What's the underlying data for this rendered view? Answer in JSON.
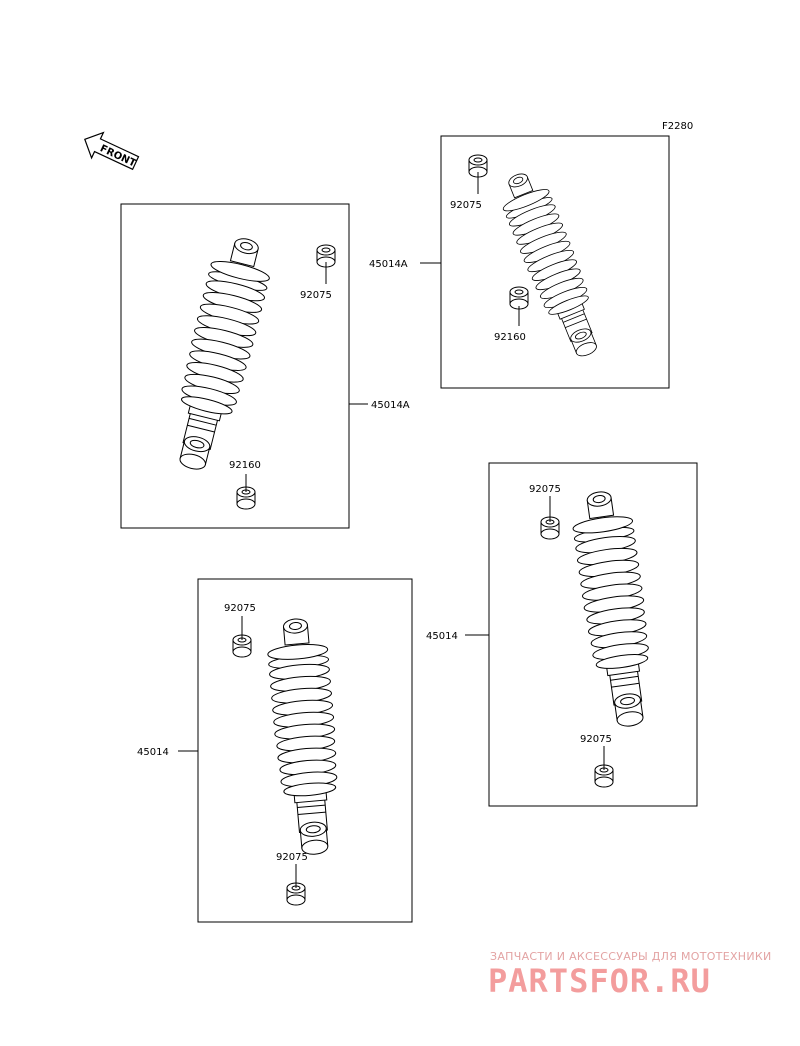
{
  "diagram_code": "F2280",
  "front_label": "FRONT",
  "colors": {
    "line": "#000000",
    "watermark": "#ef7d7d"
  },
  "groups": [
    {
      "assembly": "45014A",
      "parts": [
        "92075",
        "92160"
      ]
    },
    {
      "assembly": "45014A",
      "parts": [
        "92075",
        "92160"
      ]
    },
    {
      "assembly": "45014",
      "parts": [
        "92075",
        "92075"
      ]
    },
    {
      "assembly": "45014",
      "parts": [
        "92075",
        "92075"
      ]
    }
  ],
  "watermark": {
    "tagline": "ЗАПЧАСТИ И АКСЕССУАРЫ ДЛЯ МОТОТЕХНИКИ",
    "brand": "PARTSFOR.RU"
  }
}
